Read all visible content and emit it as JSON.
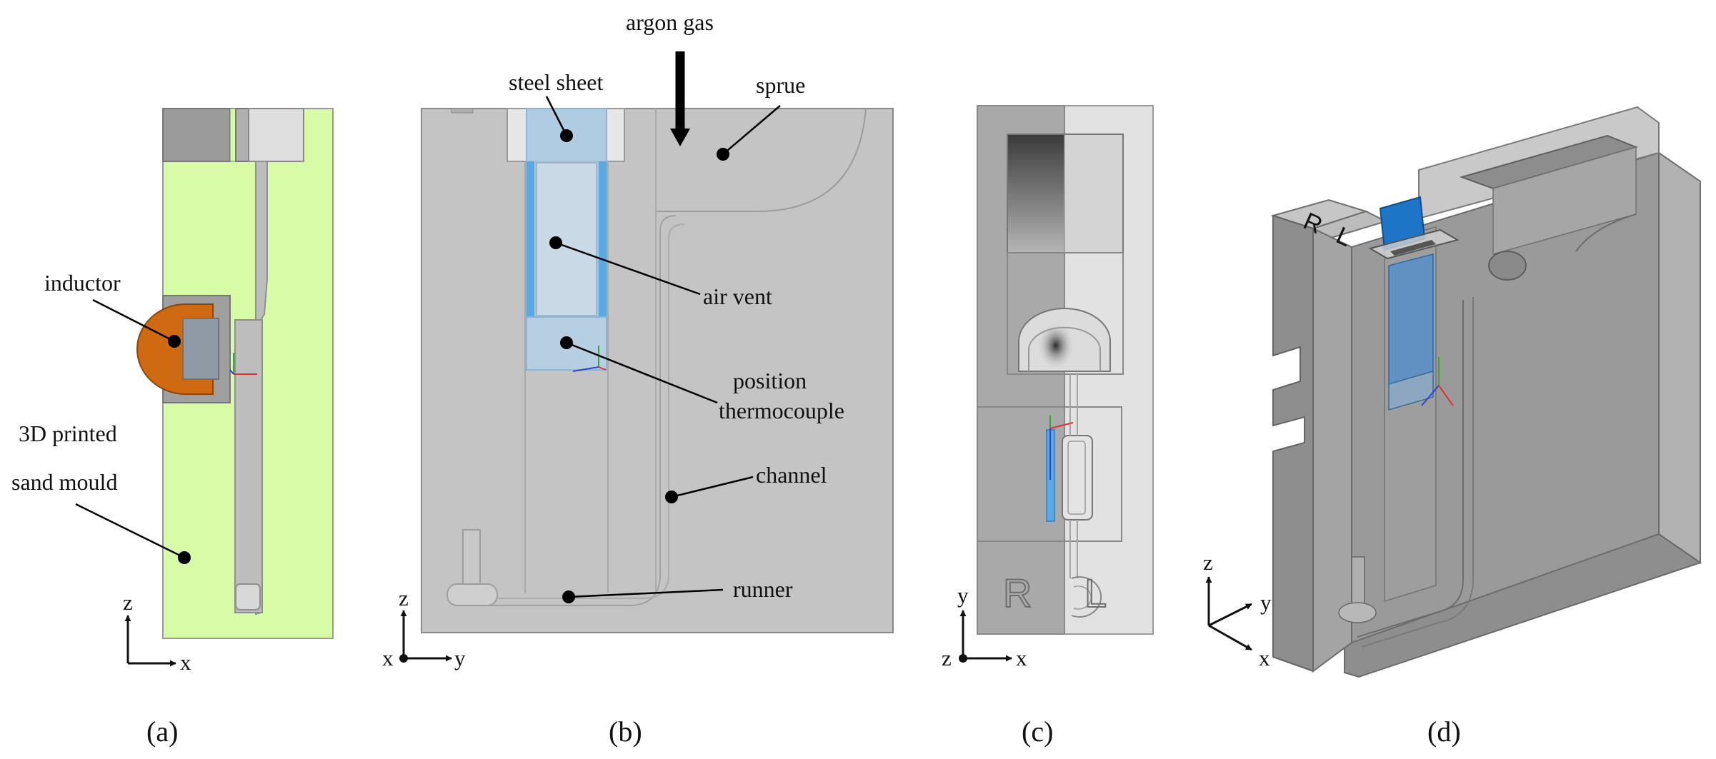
{
  "colors": {
    "mould_green": "#d8fba7",
    "inductor_orange": "#cf6a12",
    "steel_blue": "#5aa9e3",
    "gray_body": "#c4c4c4"
  },
  "panel_a": {
    "labels": {
      "inductor": "inductor",
      "printed_line1": "3D printed",
      "printed_line2": "sand mould"
    },
    "axes": {
      "vertical": "z",
      "horizontal": "x"
    },
    "caption": "(a)"
  },
  "panel_b": {
    "labels": {
      "argon": "argon gas",
      "steel_sheet": "steel sheet",
      "sprue": "sprue",
      "air_vent": "air vent",
      "position_line1": "position",
      "position_line2": "thermocouple",
      "channel": "channel",
      "runner": "runner"
    },
    "axes": {
      "origin": "x",
      "vertical": "z",
      "horizontal": "y"
    },
    "caption": "(b)"
  },
  "panel_c": {
    "stamps": {
      "left": "R",
      "right": "L"
    },
    "axes": {
      "origin": "z",
      "vertical": "y",
      "horizontal": "x"
    },
    "caption": "(c)"
  },
  "panel_d": {
    "stamps": {
      "left": "R",
      "right": "L"
    },
    "axes": {
      "z": "z",
      "y": "y",
      "x": "x"
    },
    "caption": "(d)"
  }
}
